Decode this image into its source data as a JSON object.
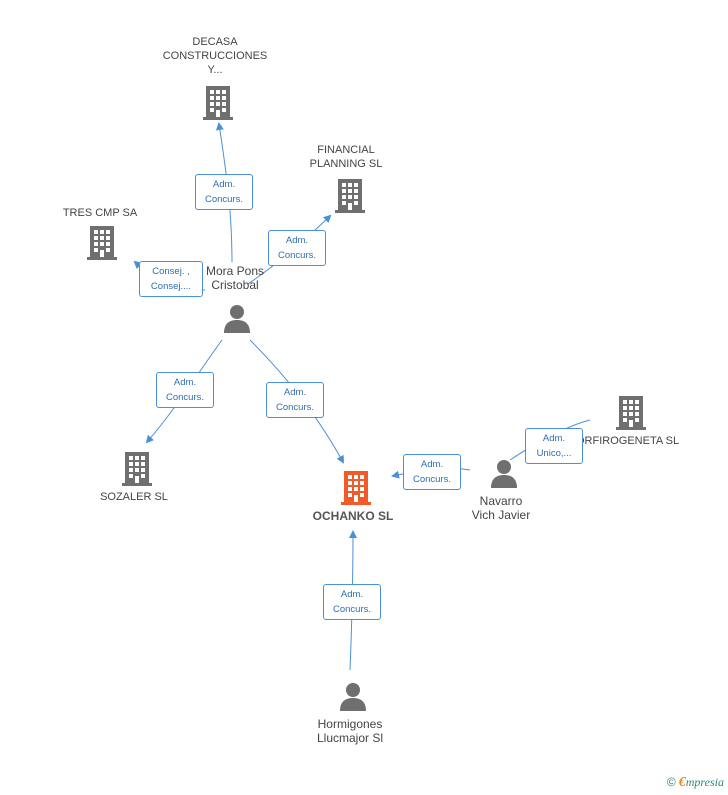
{
  "colors": {
    "building": "#6f6f6f",
    "building_main": "#f15a29",
    "person": "#6f6f6f",
    "edge": "#4a90d9",
    "edge_text": "#2e6db4"
  },
  "nodes": {
    "decasa": {
      "lines": [
        "DECASA",
        "CONSTRUCCIONES",
        "Y..."
      ],
      "icon": "building-icon"
    },
    "financial": {
      "lines": [
        "FINANCIAL",
        "PLANNING SL"
      ],
      "icon": "building-icon"
    },
    "tres_cmp": {
      "lines": [
        "TRES CMP SA"
      ],
      "icon": "building-icon"
    },
    "mora_pons": {
      "lines": [
        "Mora Pons",
        "Cristobal"
      ],
      "icon": "person-icon"
    },
    "sozaler": {
      "lines": [
        "SOZALER SL"
      ],
      "icon": "building-icon"
    },
    "ochanko": {
      "lines": [
        "OCHANKO SL"
      ],
      "icon": "building-icon"
    },
    "orfirogeneta": {
      "lines": [
        "ORFIROGENETA SL"
      ],
      "icon": "building-icon"
    },
    "navarro": {
      "lines": [
        "Navarro",
        "Vich Javier"
      ],
      "icon": "person-icon"
    },
    "hormigones": {
      "lines": [
        "Hormigones",
        "Llucmajor Sl"
      ],
      "icon": "person-icon"
    }
  },
  "edges": {
    "mora_decasa": [
      "Adm.",
      "Concurs."
    ],
    "mora_financial": [
      "Adm.",
      "Concurs."
    ],
    "mora_tres": [
      "Consej. ,",
      "Consej...."
    ],
    "mora_sozaler": [
      "Adm.",
      "Concurs."
    ],
    "mora_ochanko": [
      "Adm.",
      "Concurs."
    ],
    "navarro_ochanko": [
      "Adm.",
      "Concurs."
    ],
    "navarro_orfiro": [
      "Adm.",
      "Unico,..."
    ],
    "hormigones_ochanko": [
      "Adm.",
      "Concurs."
    ]
  },
  "footer": {
    "copyright": "©",
    "brand_initial": "€",
    "brand_rest": "mpresia"
  }
}
